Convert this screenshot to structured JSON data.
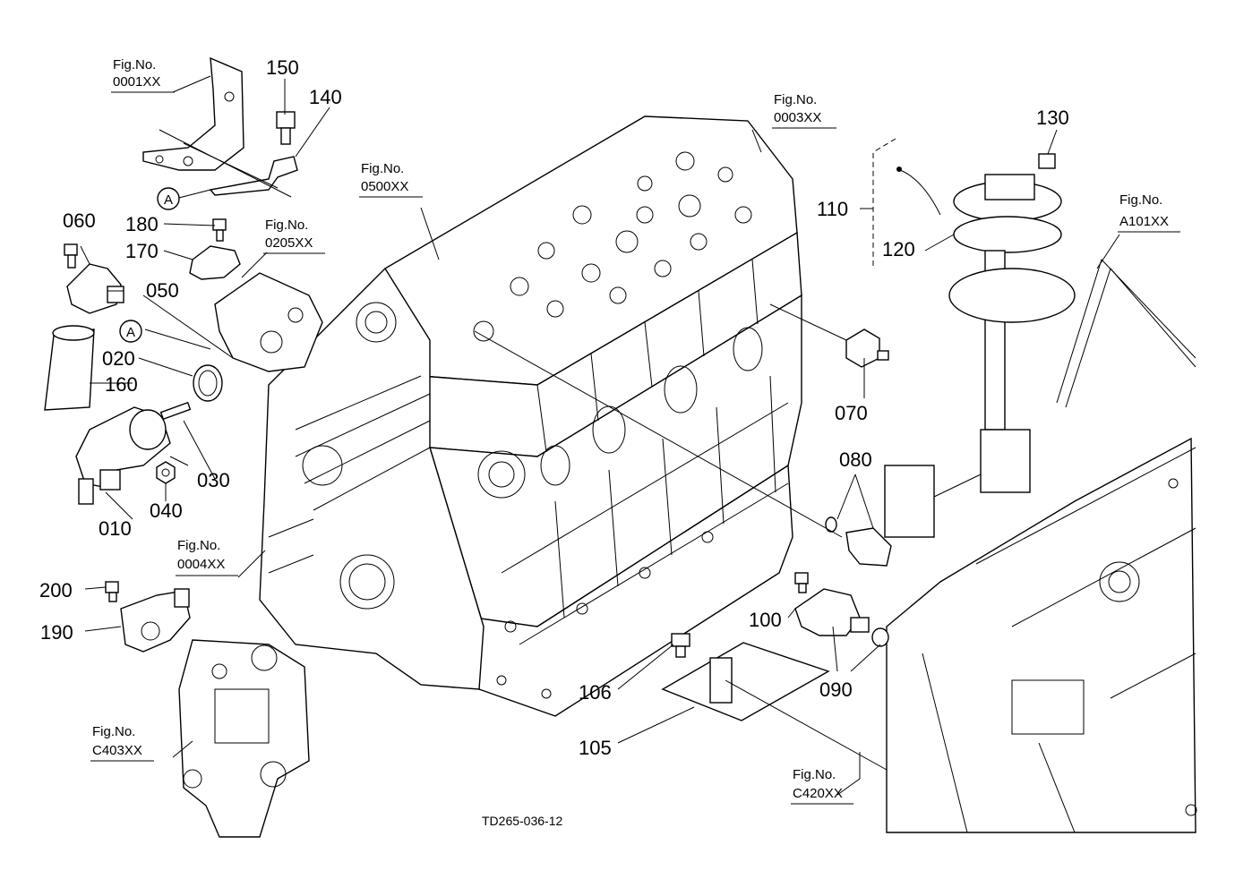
{
  "drawing_code": "TD265-036-12",
  "fig_refs": [
    {
      "id": "0001",
      "title": "Fig.No.",
      "code": "0001XX"
    },
    {
      "id": "0003",
      "title": "Fig.No.",
      "code": "0003XX"
    },
    {
      "id": "0500",
      "title": "Fig.No.",
      "code": "0500XX"
    },
    {
      "id": "0205",
      "title": "Fig.No.",
      "code": "0205XX"
    },
    {
      "id": "A101",
      "title": "Fig.No.",
      "code": "A101XX"
    },
    {
      "id": "0004",
      "title": "Fig.No.",
      "code": "0004XX"
    },
    {
      "id": "C403",
      "title": "Fig.No.",
      "code": "C403XX"
    },
    {
      "id": "C420",
      "title": "Fig.No.",
      "code": "C420XX"
    }
  ],
  "callouts": [
    "150",
    "140",
    "130",
    "110",
    "120",
    "060",
    "180",
    "170",
    "050",
    "020",
    "160",
    "030",
    "010",
    "040",
    "070",
    "080",
    "200",
    "190",
    "100",
    "090",
    "106",
    "105"
  ],
  "markers": [
    "A",
    "A"
  ]
}
